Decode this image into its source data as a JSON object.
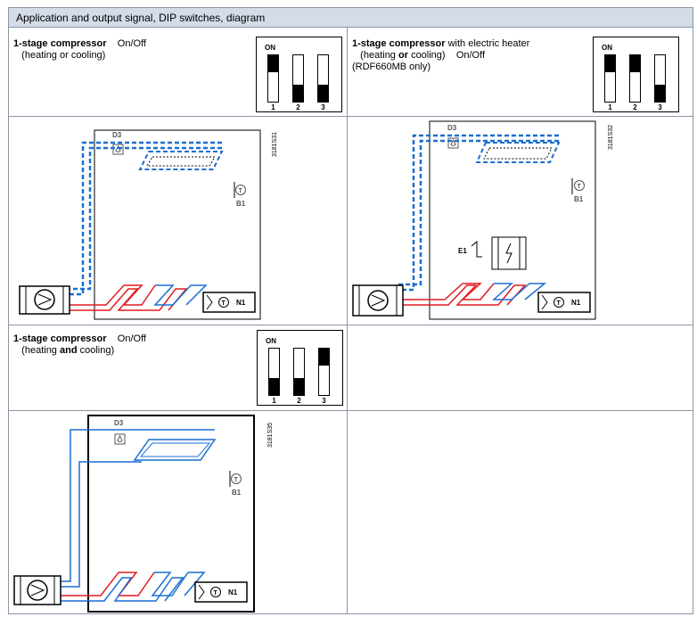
{
  "header": {
    "title": "Application and output signal, DIP switches, diagram"
  },
  "dip_on_label": "ON",
  "dip_numbers": [
    "1",
    "2",
    "3"
  ],
  "rows": [
    {
      "title_bold": "1-stage compressor",
      "title_rest": "On/Off",
      "line2_a": "(heating or cooling)",
      "line2_b": "",
      "line2_c": "",
      "line2_d": "",
      "line3": "",
      "dip": [
        "on",
        "off",
        "off"
      ]
    },
    {
      "title_bold": "1-stage compressor",
      "title_rest": "with electric heater",
      "line2_a": "(heating",
      "line2_b": "or",
      "line2_c": "cooling)",
      "line2_d": "On/Off",
      "line3": "(RDF660MB only)",
      "dip": [
        "on",
        "on",
        "off"
      ]
    },
    {
      "title_bold": "1-stage compressor",
      "title_rest": "On/Off",
      "line2_a": "(heating",
      "line2_b": "and",
      "line2_c": "cooling)",
      "line2_d": "",
      "line3": "",
      "dip": [
        "off",
        "off",
        "on"
      ]
    }
  ],
  "diagrams": [
    {
      "code": "3181S31",
      "d3": "D3",
      "b1": "B1",
      "n1": "N1",
      "t": "T"
    },
    {
      "code": "3181S32",
      "d3": "D3",
      "b1": "B1",
      "n1": "N1",
      "t": "T",
      "e1": "E1"
    },
    {
      "code": "3181S35",
      "d3": "D3",
      "b1": "B1",
      "n1": "N1",
      "t": "T"
    }
  ],
  "colors": {
    "header_bg": "#d4dce9",
    "border": "#8a95a6",
    "blue_pipe": "#1a6fd1",
    "red_pipe": "#e01b22"
  }
}
